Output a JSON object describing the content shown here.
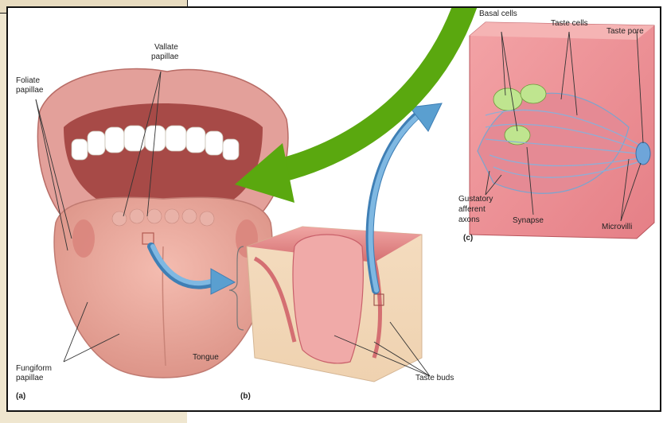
{
  "labels": {
    "vallate_1": "Vallate",
    "vallate_2": "papillae",
    "foliate_1": "Foliate",
    "foliate_2": "papillae",
    "fungiform_1": "Fungiform",
    "fungiform_2": "papillae",
    "tongue": "Tongue",
    "taste_buds": "Taste buds",
    "basal_cells": "Basal cells",
    "taste_cells": "Taste cells",
    "taste_pore": "Taste pore",
    "gustatory_1": "Gustatory",
    "gustatory_2": "afferent",
    "gustatory_3": "axons",
    "synapse": "Synapse",
    "microvilli": "Microvilli",
    "panel_a": "(a)",
    "panel_b": "(b)",
    "panel_c": "(c)"
  },
  "colors": {
    "tongue_pink": "#e8a49a",
    "lip_red": "#d98a86",
    "mouth_dark": "#a94d4a",
    "tissue_cream": "#f3dcc0",
    "bud_green": "#b8e08a",
    "arrow_blue": "#5a9fd0",
    "arrow_green": "#5aa80f"
  },
  "icons": {
    "big_arrow": "green-curved-arrow-icon",
    "small_arrow": "blue-curved-arrow-icon"
  }
}
